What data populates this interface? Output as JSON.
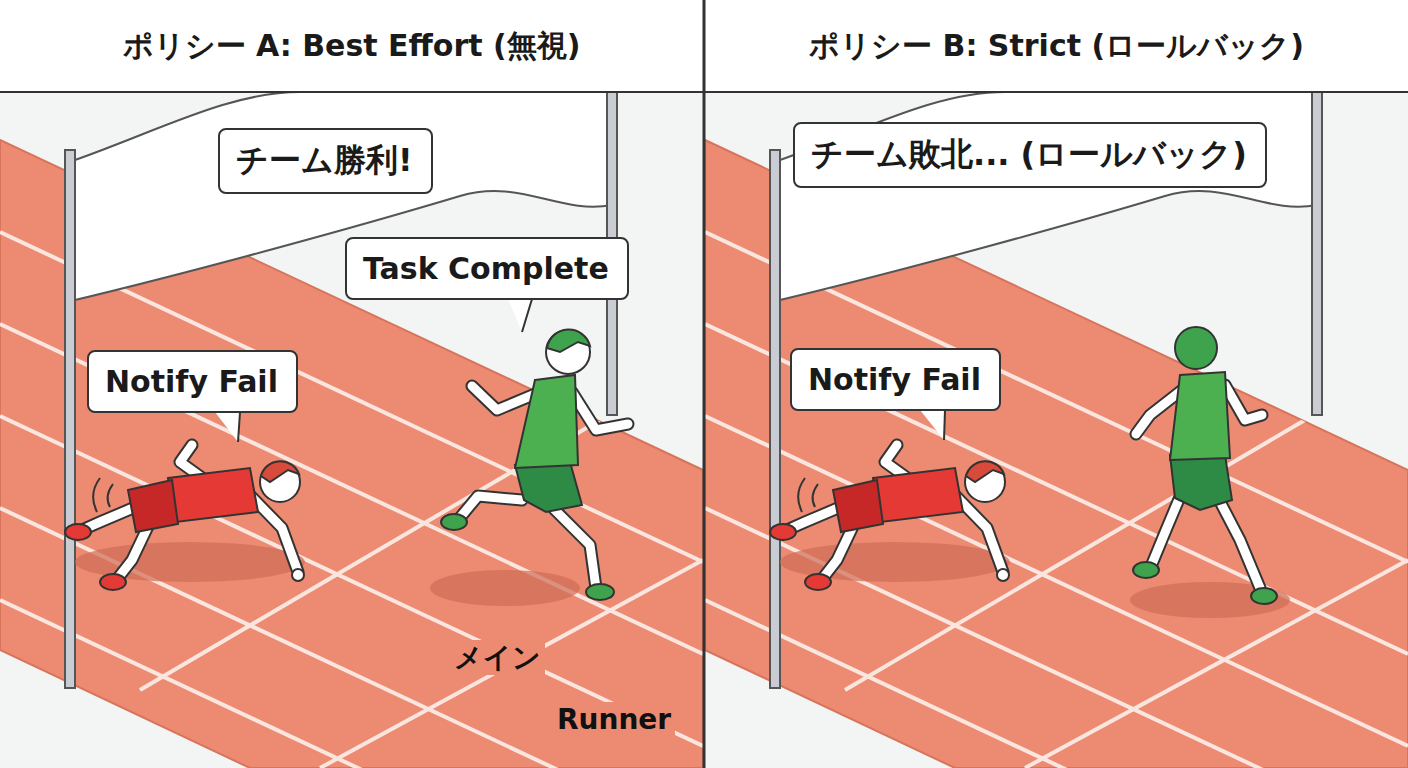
{
  "diagram": {
    "nodes": [
      {
        "text": [
          "ポリシー A: Best Effort (無視)"
        ]
      },
      {
        "text": [
          "チーム勝利!"
        ],
        "in": 0
      },
      {
        "text": [
          "Task Complete"
        ],
        "in": 0
      },
      {
        "text": [
          "Notify Fail"
        ],
        "in": 0
      },
      {
        "text": [
          "ポリシー B: Strict (ロールバック)"
        ]
      },
      {
        "text": [
          "チーム敗北... (ロールバック)"
        ],
        "in": 4
      },
      {
        "text": [
          "Notify Fail"
        ],
        "in": 4
      }
    ],
    "labels": [
      "メイン",
      "Runner"
    ]
  }
}
